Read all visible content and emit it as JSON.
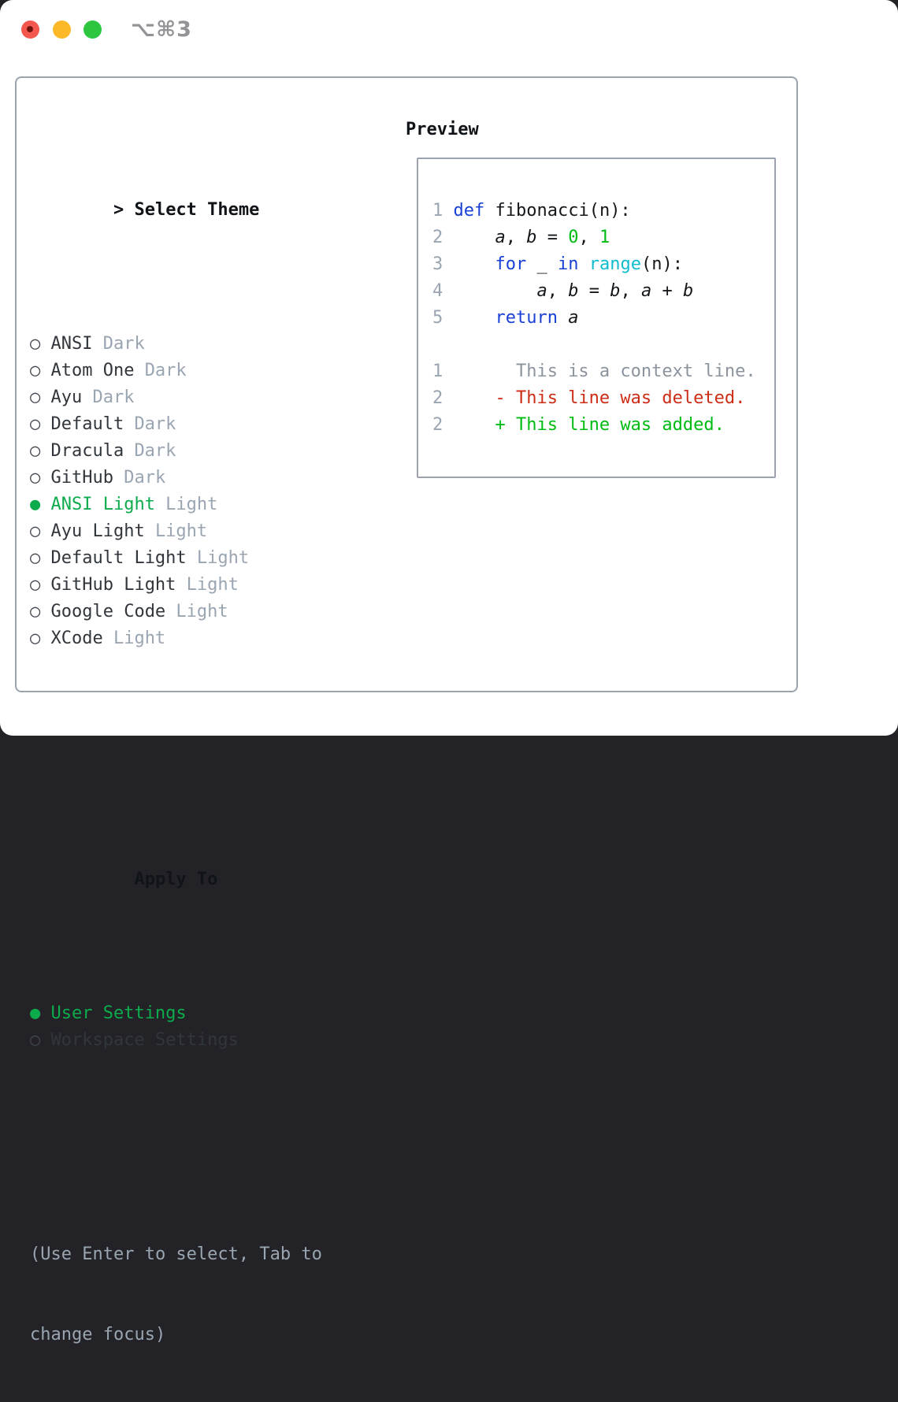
{
  "titlebar": {
    "shortcut": "⌥⌘3"
  },
  "theme_panel": {
    "header": {
      "prompt": ">",
      "label": "Select Theme"
    },
    "themes": [
      {
        "name": "ANSI",
        "variant": "Dark",
        "selected": false
      },
      {
        "name": "Atom One",
        "variant": "Dark",
        "selected": false
      },
      {
        "name": "Ayu",
        "variant": "Dark",
        "selected": false
      },
      {
        "name": "Default",
        "variant": "Dark",
        "selected": false
      },
      {
        "name": "Dracula",
        "variant": "Dark",
        "selected": false
      },
      {
        "name": "GitHub",
        "variant": "Dark",
        "selected": false
      },
      {
        "name": "ANSI Light",
        "variant": "Light",
        "selected": true
      },
      {
        "name": "Ayu Light",
        "variant": "Light",
        "selected": false
      },
      {
        "name": "Default Light",
        "variant": "Light",
        "selected": false
      },
      {
        "name": "GitHub Light",
        "variant": "Light",
        "selected": false
      },
      {
        "name": "Google Code",
        "variant": "Light",
        "selected": false
      },
      {
        "name": "XCode",
        "variant": "Light",
        "selected": false
      }
    ],
    "radio_unselected_glyph": "○",
    "radio_selected_glyph": "●",
    "apply_to": {
      "label": "Apply To",
      "options": [
        {
          "label": "User Settings",
          "selected": true
        },
        {
          "label": "Workspace Settings",
          "selected": false
        }
      ]
    },
    "hint_lines": [
      "(Use Enter to select, Tab to",
      "change focus)"
    ]
  },
  "preview": {
    "label": "Preview",
    "lines": [
      {
        "num": "1",
        "kind": "code",
        "segs": [
          {
            "t": " ",
            "c": "fg"
          },
          {
            "t": "def",
            "c": "kw"
          },
          {
            "t": " fibonacci(n):",
            "c": "fg"
          }
        ]
      },
      {
        "num": "2",
        "kind": "code",
        "segs": [
          {
            "t": "     ",
            "c": "fg"
          },
          {
            "t": "a",
            "c": "var"
          },
          {
            "t": ", ",
            "c": "fg"
          },
          {
            "t": "b",
            "c": "var"
          },
          {
            "t": " = ",
            "c": "fg"
          },
          {
            "t": "0",
            "c": "num"
          },
          {
            "t": ", ",
            "c": "fg"
          },
          {
            "t": "1",
            "c": "num"
          }
        ]
      },
      {
        "num": "3",
        "kind": "code",
        "segs": [
          {
            "t": "     ",
            "c": "fg"
          },
          {
            "t": "for",
            "c": "kw"
          },
          {
            "t": " _ ",
            "c": "fg"
          },
          {
            "t": "in",
            "c": "kw"
          },
          {
            "t": " ",
            "c": "fg"
          },
          {
            "t": "range",
            "c": "fn"
          },
          {
            "t": "(n):",
            "c": "fg"
          }
        ]
      },
      {
        "num": "4",
        "kind": "code",
        "segs": [
          {
            "t": "         ",
            "c": "fg"
          },
          {
            "t": "a",
            "c": "var"
          },
          {
            "t": ", ",
            "c": "fg"
          },
          {
            "t": "b",
            "c": "var"
          },
          {
            "t": " = ",
            "c": "fg"
          },
          {
            "t": "b",
            "c": "var"
          },
          {
            "t": ", ",
            "c": "fg"
          },
          {
            "t": "a",
            "c": "var"
          },
          {
            "t": " + ",
            "c": "fg"
          },
          {
            "t": "b",
            "c": "var"
          }
        ]
      },
      {
        "num": "5",
        "kind": "code",
        "segs": [
          {
            "t": "     ",
            "c": "fg"
          },
          {
            "t": "return",
            "c": "kw"
          },
          {
            "t": " ",
            "c": "fg"
          },
          {
            "t": "a",
            "c": "var"
          }
        ]
      },
      {
        "num": "",
        "kind": "blank",
        "segs": []
      },
      {
        "num": "1",
        "kind": "diff-context",
        "segs": [
          {
            "t": "       This is a context line.",
            "c": "ctx"
          }
        ]
      },
      {
        "num": "2",
        "kind": "diff-deleted",
        "segs": [
          {
            "t": "     - This line was deleted.",
            "c": "del"
          }
        ]
      },
      {
        "num": "2",
        "kind": "diff-added",
        "segs": [
          {
            "t": "     + This line was added.",
            "c": "add"
          }
        ]
      }
    ]
  },
  "colors": {
    "outside_bg": "#232327",
    "window_bg": "#ffffff",
    "border": "#9aa3af",
    "heading": "#101418",
    "item_text": "#31363c",
    "radio_gray": "#40464e",
    "muted": "#9aa5b2",
    "line_number": "#9aa5b2",
    "code_fg": "#15181b",
    "green_ui": "#0cab4c",
    "green_syntax": "#00bb11",
    "red": "#cc2d16",
    "blue": "#1a41d6",
    "cyan": "#0fbccd",
    "context_gray": "#8b949e",
    "titlebar_text": "#929297",
    "traffic_red": "#f4574d",
    "traffic_red_dot": "#71140d",
    "traffic_yellow": "#fcb827",
    "traffic_green": "#2ec63e"
  }
}
